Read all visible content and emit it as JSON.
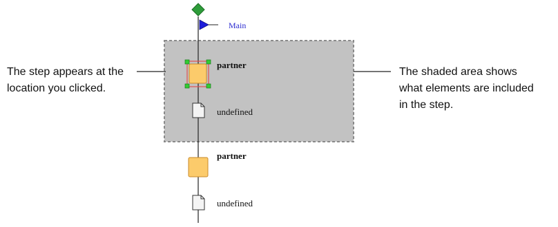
{
  "flow": {
    "start": {
      "label": "Main",
      "icon": "green-diamond-start-icon",
      "flag_icon": "blue-flag-icon",
      "colors": {
        "diamond": "#2e9c3a",
        "flag": "#1d1ddb",
        "label": "#2a2ad0"
      }
    },
    "selected_step": {
      "nodes": [
        {
          "label": "partner",
          "icon": "orange-square-step-icon",
          "selected": true
        },
        {
          "label": "undefined",
          "icon": "document-page-icon"
        }
      ],
      "shade_color": "#c2c2c2",
      "border_style": "dashed-gray"
    },
    "following_nodes": [
      {
        "label": "partner",
        "icon": "orange-square-step-icon"
      },
      {
        "label": "undefined",
        "icon": "document-page-icon"
      }
    ],
    "colors": {
      "step_fill": "#fccb6b",
      "step_border": "#c98a2a",
      "handle": "#33cc33",
      "selection_border": "#e05050"
    }
  },
  "callouts": {
    "left": {
      "lines": [
        "The step appears at the",
        "location you clicked."
      ]
    },
    "right": {
      "lines": [
        "The shaded area shows",
        "what elements are included",
        "in the step."
      ]
    }
  }
}
